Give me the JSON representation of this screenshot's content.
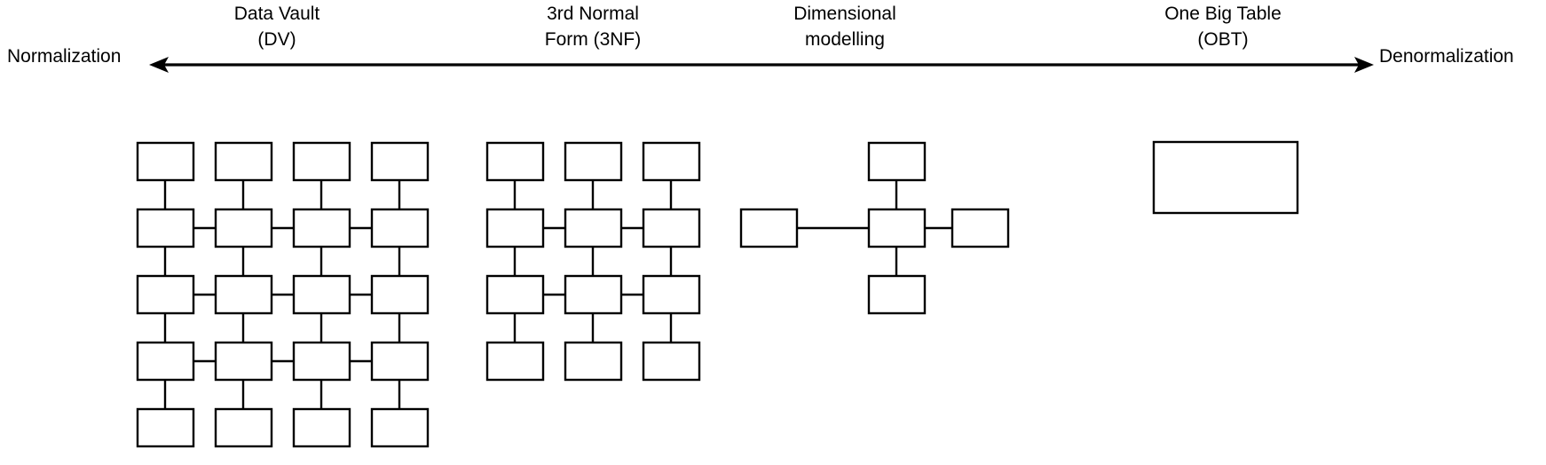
{
  "axis": {
    "left_label": "Normalization",
    "right_label": "Denormalization",
    "arrow_style": "double-headed",
    "line_color": "#000000"
  },
  "stages": [
    {
      "id": "data-vault",
      "label": "Data Vault\n(DV)",
      "label_line1": "Data Vault",
      "label_line2": "(DV)",
      "model": "grid",
      "columns": 4,
      "rows": 5,
      "box_count": 20,
      "normalization_rank": 1
    },
    {
      "id": "third-normal-form",
      "label": "3rd Normal\nForm (3NF)",
      "label_line1": "3rd Normal",
      "label_line2": "Form (3NF)",
      "model": "grid",
      "columns": 3,
      "rows": 4,
      "box_count": 12,
      "normalization_rank": 2
    },
    {
      "id": "dimensional-modelling",
      "label": "Dimensional\nmodelling",
      "label_line1": "Dimensional",
      "label_line2": "modelling",
      "model": "star",
      "columns": 3,
      "rows": 3,
      "box_count": 5,
      "normalization_rank": 3
    },
    {
      "id": "one-big-table",
      "label": "One Big Table\n(OBT)",
      "label_line1": "One Big Table",
      "label_line2": "(OBT)",
      "model": "single-table",
      "columns": 1,
      "rows": 1,
      "box_count": 1,
      "normalization_rank": 4
    }
  ],
  "colors": {
    "background": "#ffffff",
    "stroke": "#000000",
    "box_fill": "#ffffff",
    "text": "#000000"
  }
}
